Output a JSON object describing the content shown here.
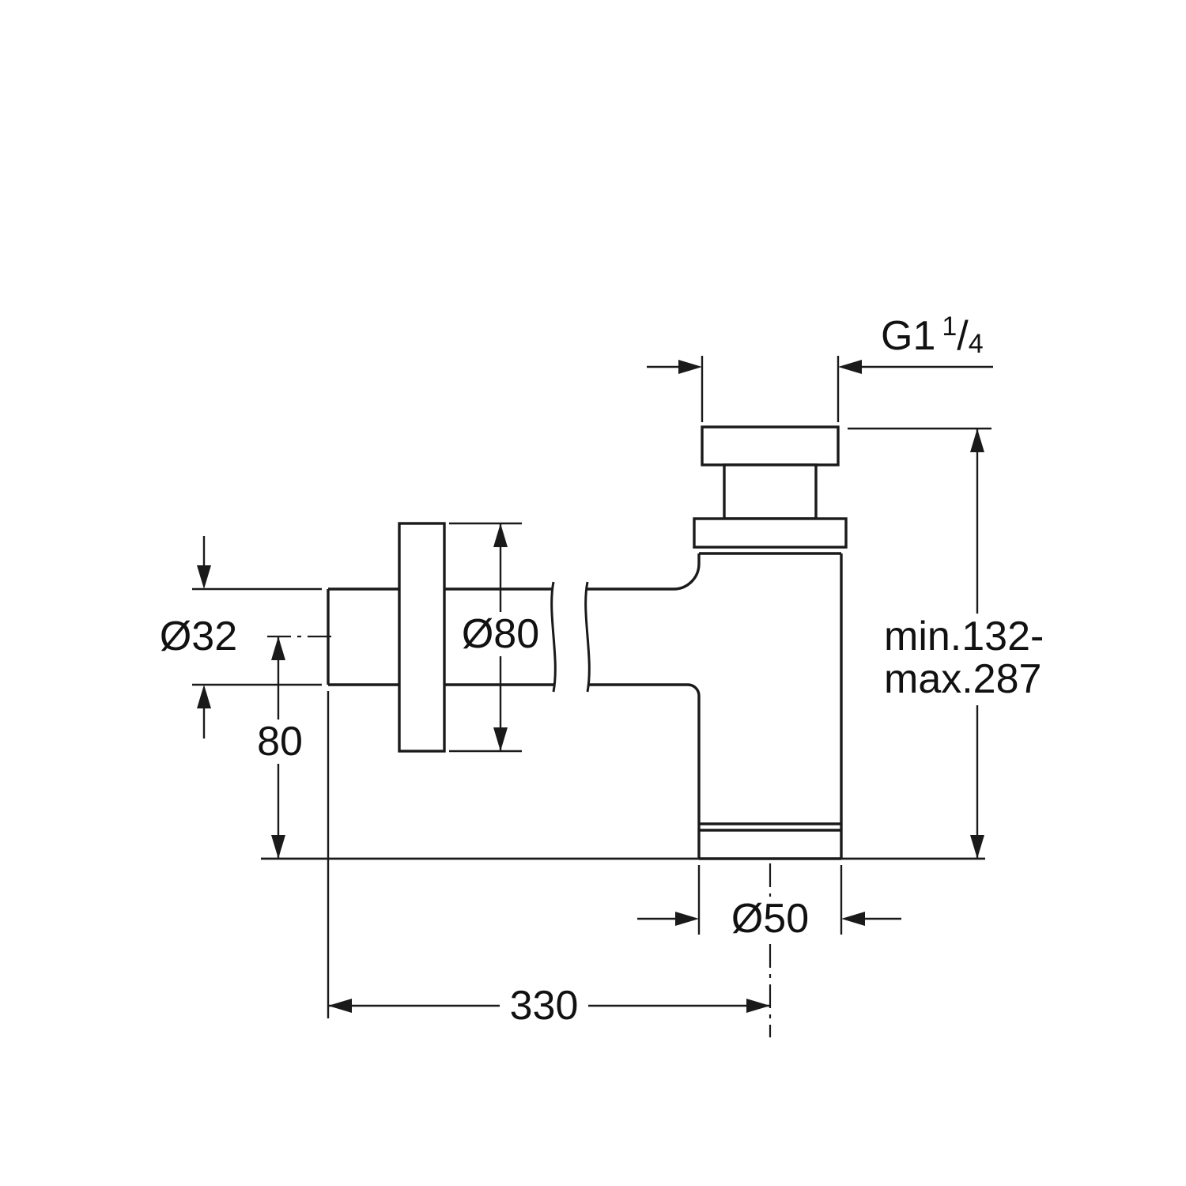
{
  "drawing": {
    "background_color": "#ffffff",
    "line_color": "#1a1a1a",
    "labels": {
      "thread_base": "G1",
      "thread_numerator": "1",
      "thread_slash": "/",
      "thread_denominator": "4",
      "pipe_diameter": "Ø32",
      "rosette_diameter": "Ø80",
      "pipe_axis_height": "80",
      "height_range_line1": "min.132-",
      "height_range_line2": "max.287",
      "body_diameter": "Ø50",
      "overall_length": "330"
    }
  }
}
